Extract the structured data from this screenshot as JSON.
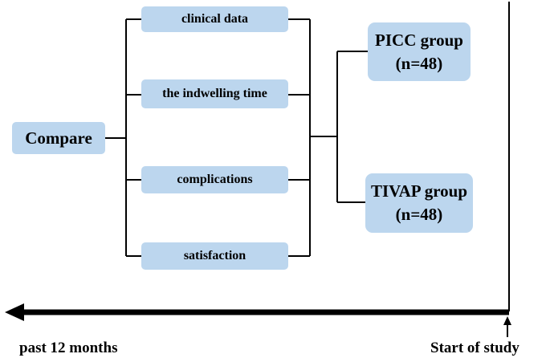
{
  "diagram": {
    "root": {
      "label": "Compare"
    },
    "criteria": [
      {
        "label": "clinical data"
      },
      {
        "label": "the indwelling time"
      },
      {
        "label": "complications"
      },
      {
        "label": "satisfaction"
      }
    ],
    "groups": [
      {
        "name": "PICC group",
        "count": "(n=48)"
      },
      {
        "name": "TIVAP group",
        "count": "(n=48)"
      }
    ],
    "timeline": {
      "left_label": "past 12 months",
      "right_label": "Start of study"
    },
    "colors": {
      "box_fill": "#bcd6ee",
      "line": "#000000"
    }
  }
}
